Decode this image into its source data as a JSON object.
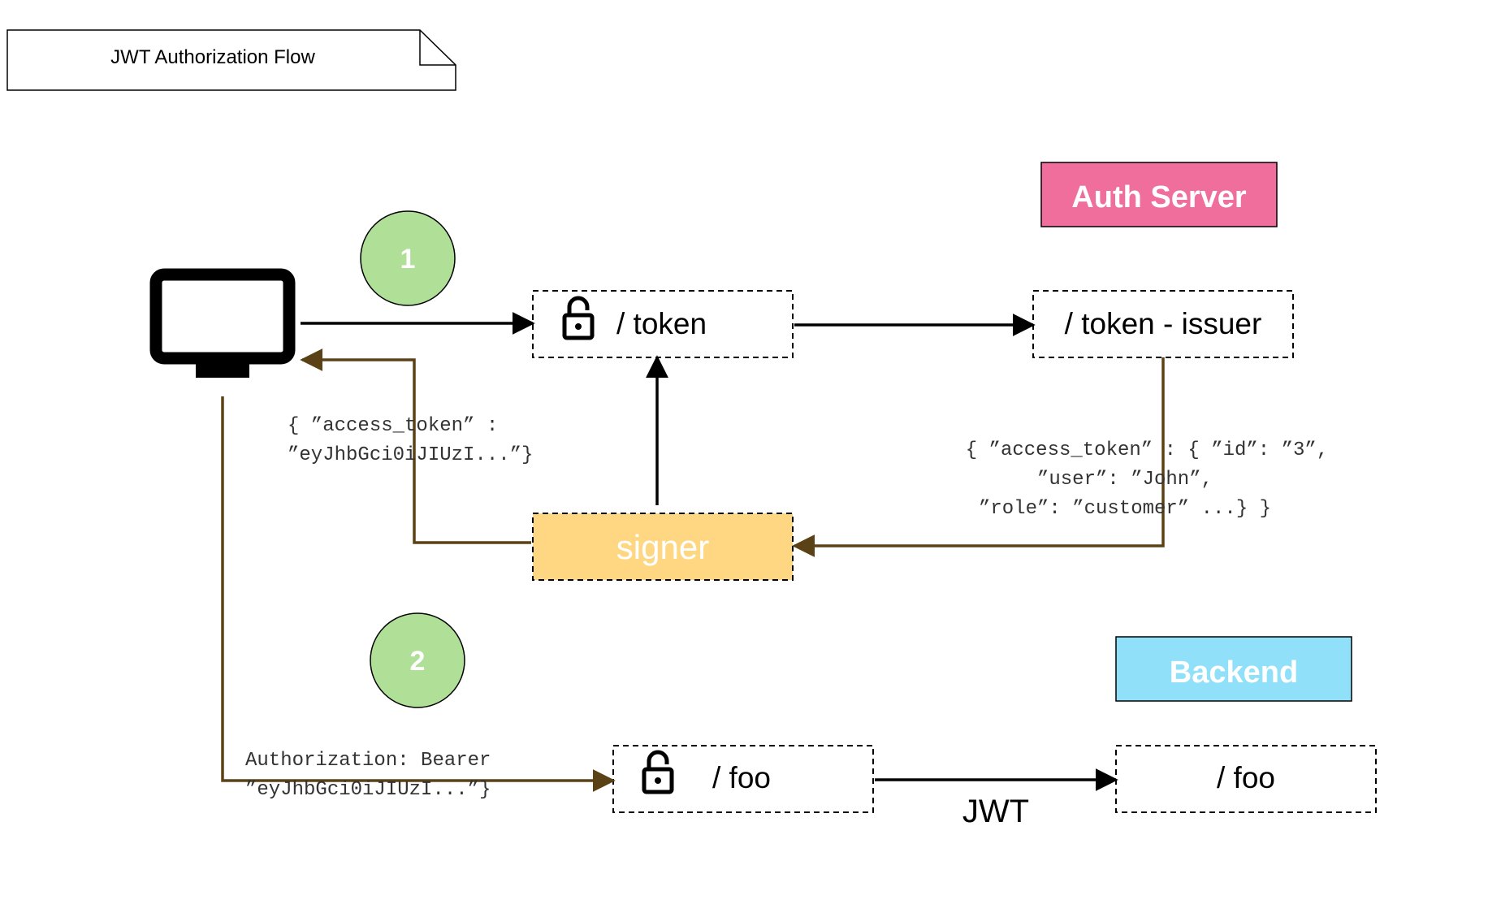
{
  "title_note": {
    "text": "JWT Authorization Flow"
  },
  "labels": {
    "auth_server": "Auth Server",
    "backend": "Backend"
  },
  "steps": [
    "1",
    "2"
  ],
  "boxes": {
    "token": "/ token",
    "token_issuer": "/ token - issuer",
    "signer": "signer",
    "foo_gateway": "/ foo",
    "foo_backend": "/ foo"
  },
  "messages": {
    "access_token_response": [
      "{ ”access_token” :",
      "”eyJhbGci0iJIUzI...”}"
    ],
    "claims": [
      "{ ”access_token” : { ”id”: ”3”,",
      "”user”: ”John”,",
      "”role”: ”customer” ...} }"
    ],
    "authorization_header": [
      "Authorization: Bearer",
      "”eyJhbGci0iJIUzI...”}"
    ],
    "jwt": "JWT"
  },
  "icons": {
    "client": "monitor-icon",
    "lock": "padlock-open-icon"
  },
  "colors": {
    "auth_server_fill": "#f06e9b",
    "backend_fill": "#8fe0f8",
    "signer_fill": "#ffd783",
    "step_fill": "#b0df98",
    "response_arrow": "#5a4216",
    "request_arrow": "#000000"
  }
}
